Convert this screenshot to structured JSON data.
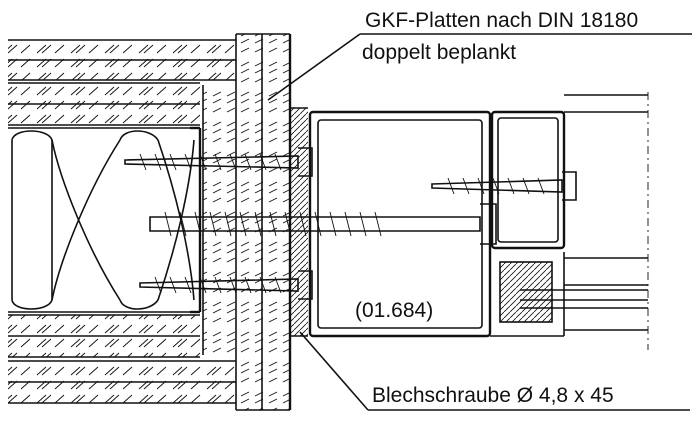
{
  "labels": {
    "board_line1": "GKF-Platten nach DIN 18180",
    "board_line2": "doppelt beplankt",
    "profile_code": "(01.684)",
    "screw": "Blechschraube Ø 4,8 x 45"
  },
  "colors": {
    "ink": "#111111",
    "paper": "#ffffff"
  }
}
